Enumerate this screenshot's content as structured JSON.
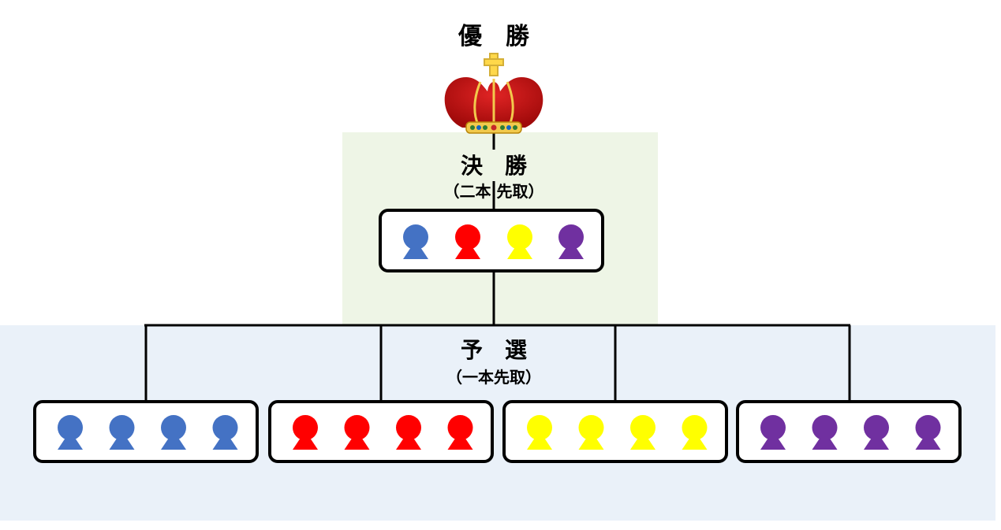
{
  "champion": {
    "title": "優　勝",
    "icon": "crown-icon"
  },
  "final": {
    "title": "決　勝",
    "subtitle": "（二本 先取）"
  },
  "preliminary": {
    "title": "予　選",
    "subtitle": "（一本先取）"
  },
  "colors": {
    "blue": "#4472C4",
    "red": "#FF0000",
    "yellow": "#FFFF00",
    "purple": "#7030A0",
    "final_bg": "#EEF5E6",
    "prelim_bg": "#EAF1F9"
  },
  "final_players": [
    "blue",
    "red",
    "yellow",
    "purple"
  ],
  "groups": [
    {
      "color": "blue",
      "players": 4
    },
    {
      "color": "red",
      "players": 4
    },
    {
      "color": "yellow",
      "players": 4
    },
    {
      "color": "purple",
      "players": 4
    }
  ]
}
